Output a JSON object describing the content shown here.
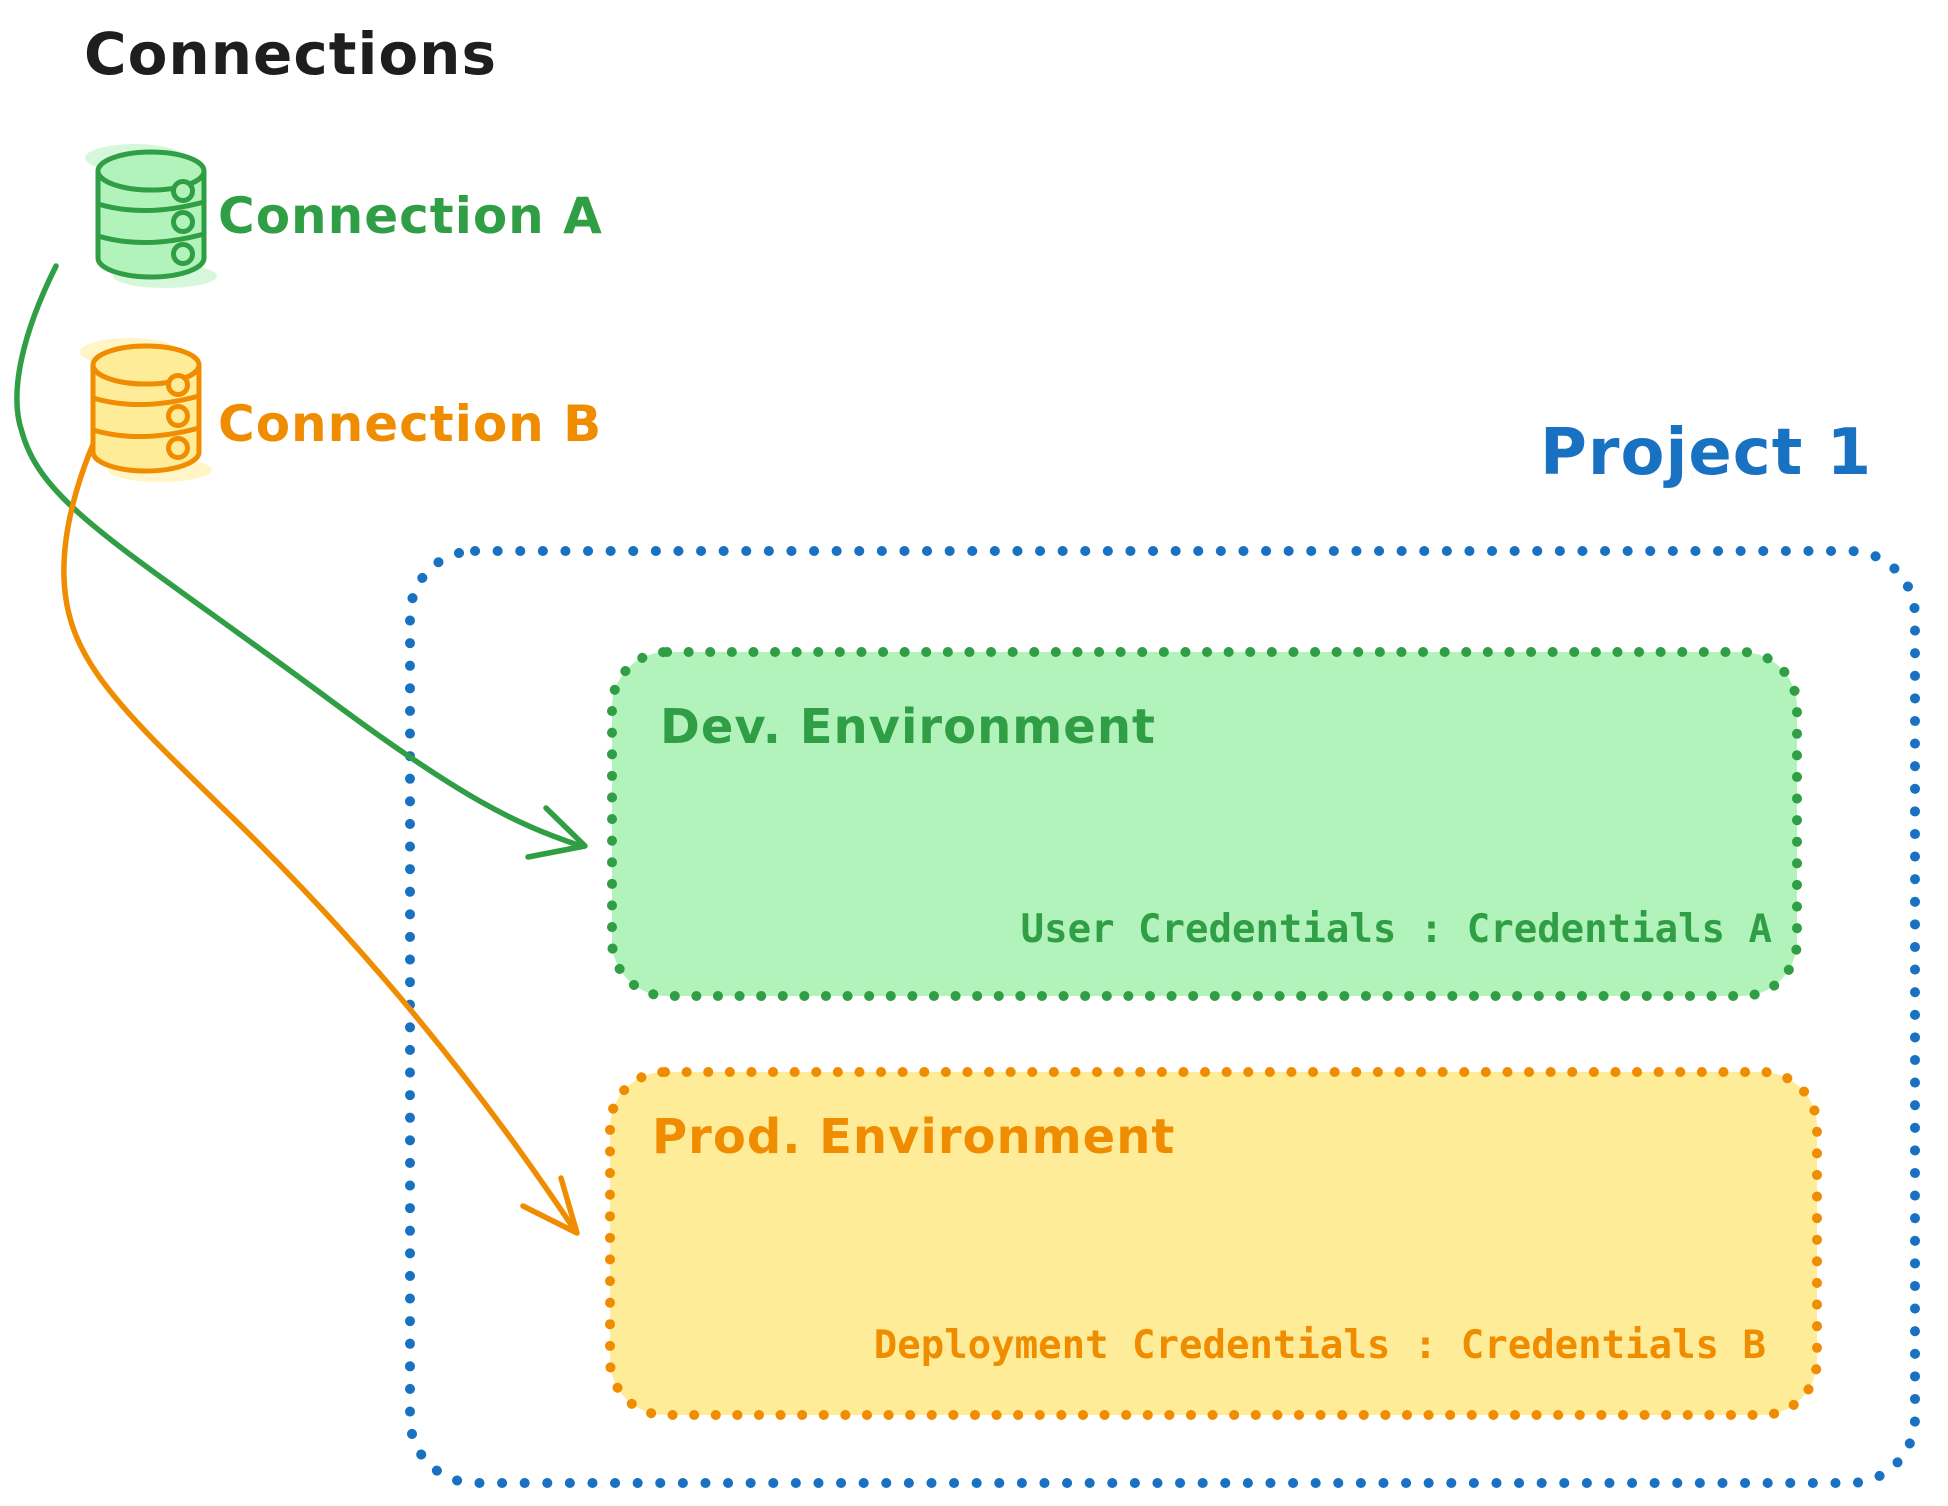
{
  "title": "Connections",
  "connections": [
    {
      "id": "connection-a",
      "label": "Connection A",
      "stroke_color": "#2f9e44",
      "fill_color": "#b2f2bb",
      "icon": "database-icon"
    },
    {
      "id": "connection-b",
      "label": "Connection B",
      "stroke_color": "#f08c00",
      "fill_color": "#ffec99",
      "icon": "database-icon"
    }
  ],
  "project": {
    "title": "Project 1",
    "border_color": "#1971c2",
    "environments": [
      {
        "label": "Dev. Environment",
        "credentials_label": "User Credentials : Credentials A",
        "stroke_color": "#2f9e44",
        "fill_color": "#b2f2bb",
        "linked_connection": "Connection A"
      },
      {
        "label": "Prod. Environment",
        "credentials_label": "Deployment Credentials : Credentials B",
        "stroke_color": "#f08c00",
        "fill_color": "#ffec99",
        "linked_connection": "Connection B"
      }
    ]
  },
  "text_color": "#1e1e1e",
  "background_color": "#ffffff"
}
